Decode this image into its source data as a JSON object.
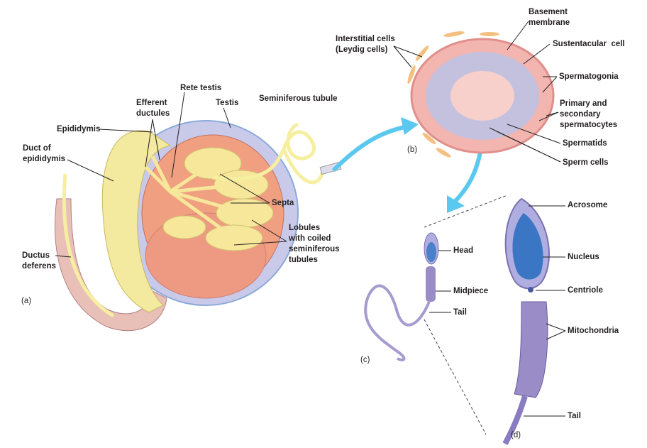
{
  "panel_a": {
    "tag": "(a)",
    "labels": {
      "rete_testis": "Rete testis",
      "efferent_ductules": "Efferent\nductules",
      "testis": "Testis",
      "seminiferous_tubule": "Seminiferous tubule",
      "epididymis": "Epididymis",
      "duct_of_epididymis": "Duct of\nepididymis",
      "septa": "Septa",
      "lobules": "Lobules\nwith coiled\nseminiferous\ntubules",
      "ductus_deferens": "Ductus\ndeferens"
    }
  },
  "panel_b": {
    "tag": "(b)",
    "labels": {
      "basement_membrane": "Basement\nmembrane",
      "interstitial_cells": "Interstitial cells\n(Leydig cells)",
      "sustentacular_cell": "Sustentacular  cell",
      "spermatogonia": "Spermatogonia",
      "spermatocytes": "Primary and\nsecondary\nspermatocytes",
      "spermatids": "Spermatids",
      "sperm_cells": "Sperm cells"
    }
  },
  "panel_c": {
    "tag": "(c)",
    "labels": {
      "head": "Head",
      "midpiece": "Midpiece",
      "tail": "Tail"
    }
  },
  "panel_d": {
    "tag": "(d)",
    "labels": {
      "acrosome": "Acrosome",
      "nucleus": "Nucleus",
      "centriole": "Centriole",
      "mitochondria": "Mitochondria",
      "tail": "Tail"
    }
  },
  "colors": {
    "arrow": "#5bc8ef",
    "testis": "#f0a080",
    "tubule": "#f6eea0",
    "sperm": "#a79bd0",
    "membrane": "#f2b5b0"
  }
}
